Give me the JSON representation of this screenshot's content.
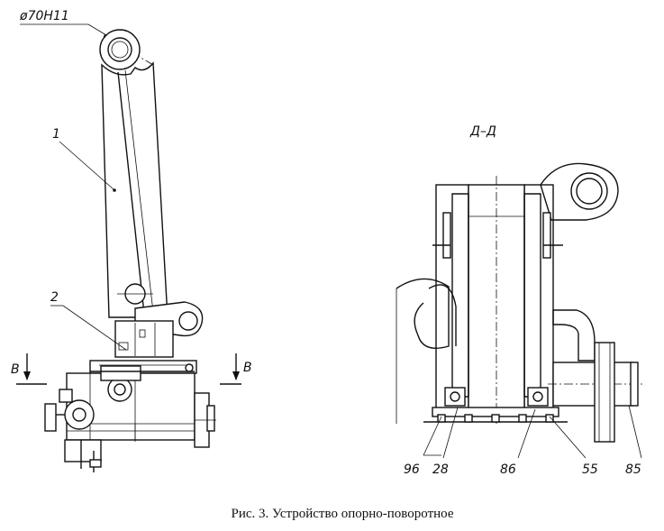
{
  "labels": {
    "diameter": "ø70H11",
    "item_1": "1",
    "item_2": "2",
    "view_left": "B",
    "view_right": "B",
    "section_title": "Д–Д",
    "callout_96": "96",
    "callout_28": "28",
    "callout_86": "86",
    "callout_55": "55",
    "callout_85": "85"
  },
  "caption": "Рис. 3. Устройство опорно-поворотное"
}
